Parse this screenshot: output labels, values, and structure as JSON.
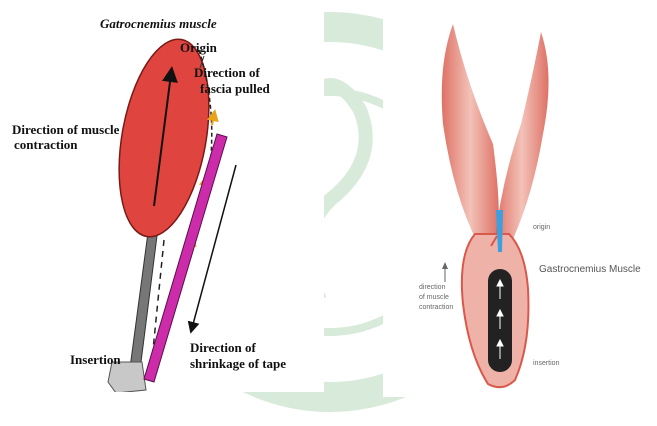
{
  "colors": {
    "background": "#ffffff",
    "watermark": "#d8ead9",
    "muscle_red": "#e0443e",
    "tape_magenta": "#cc2ba9",
    "tendon_gray": "#777777",
    "bone_gray": "#c8c8c8",
    "orange_arrow": "#e6a21a",
    "right_muscle_pink": "#e9a59a",
    "right_muscle_red": "#d9584a",
    "tape_black": "#222222",
    "blue_marker": "#3aa0e0"
  },
  "left_diagram": {
    "title": "Gatrocnemius muscle",
    "origin_label": "Origin",
    "fascia_label_line1": "Direction of",
    "fascia_label_line2": "fascia pulled",
    "contraction_label_line1": "Direction of muscle",
    "contraction_label_line2": "contraction",
    "insertion_label": "Insertion",
    "shrinkage_label_line1": "Direction of",
    "shrinkage_label_line2": "shrinkage of tape"
  },
  "right_diagram": {
    "origin_label": "origin",
    "muscle_label": "Gastrocnemius Muscle",
    "contraction_label_line1": "direction",
    "contraction_label_line2": "of muscle",
    "contraction_label_line3": "contraction",
    "insertion_label": "insertion"
  },
  "icons": {
    "watermark": "circular-seal-watermark",
    "arrows": "direction-arrows"
  }
}
